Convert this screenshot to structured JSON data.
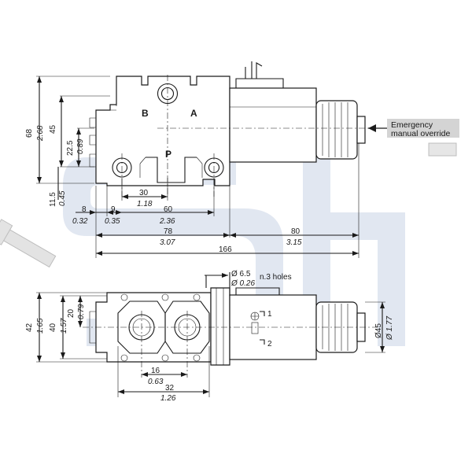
{
  "ports": {
    "b": "B",
    "a": "A",
    "p": "P"
  },
  "callout": {
    "line1": "Emergency",
    "line2": "manual override"
  },
  "front_view_dims": {
    "h68": "68",
    "h68_in": "2.68",
    "h45": "45",
    "h22_5": "22.5",
    "h22_5_in": "0.89",
    "h11_5": "11.5",
    "h11_5_in": "0.45",
    "w30": "30",
    "w30_in": "1.18",
    "w8": "8",
    "w8_in": "0.32",
    "w9": "9",
    "w9_in": "0.35",
    "w60": "60",
    "w60_in": "2.36",
    "w78": "78",
    "w78_in": "3.07",
    "w80": "80",
    "w80_in": "3.15",
    "w166": "166"
  },
  "top_view_dims": {
    "hole_dia": "Ø 6.5",
    "hole_dia_in": "Ø 0.26",
    "holes_note": "n.3 holes",
    "h42": "42",
    "h42_in": "1.65",
    "h40": "40",
    "h40_in": "1.57",
    "h20": "20",
    "h20_in": "0.79",
    "w16": "16",
    "w16_in": "0.63",
    "w32": "32",
    "w32_in": "1.26",
    "dia45": "Ø45",
    "dia45_in": "Ø 1.77",
    "terminal_1": "1",
    "terminal_2": "2"
  },
  "colors": {
    "watermark": "#c9d3e6",
    "callout_bg": "#d4d4d4",
    "line": "#1a1a1a"
  },
  "icons": {
    "ground": "ground-symbol-icon",
    "coil": "coil-symbol-icon"
  }
}
